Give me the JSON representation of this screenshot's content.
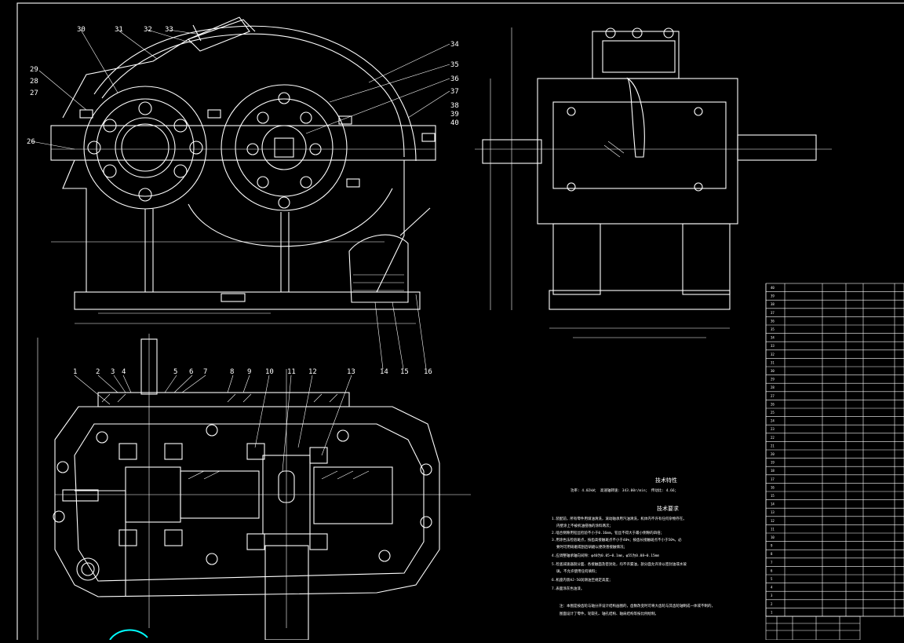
{
  "drawing": {
    "type": "two-stage cylindrical gear reducer assembly drawing",
    "colors": {
      "background": "#000000",
      "line": "#ffffff",
      "accent": "#00ffff"
    }
  },
  "top_view_labels": [
    "30",
    "31",
    "32",
    "33",
    "34",
    "35",
    "36",
    "37",
    "38",
    "39",
    "40",
    "29",
    "28",
    "27",
    "26"
  ],
  "bottom_view_labels": [
    "1",
    "2",
    "3",
    "4",
    "5",
    "6",
    "7",
    "8",
    "9",
    "10",
    "11",
    "12",
    "13",
    "14",
    "15",
    "16"
  ],
  "tech_char": {
    "title": "技术特性",
    "line": "功率: 4.02kW；   高速轴转速: 343.00r/min；   传动比: 4.66；"
  },
  "tech_req": {
    "title": "技术要求",
    "items": [
      "1.装配前，所有零件用煤油清洗，滚动轴承用汽油清洗，机体内不许有任何杂物存在。",
      "内壁涂上不被机油侵蚀的涂料两次；",
      "2.啮合侧隙用铅丝检验不小于0.16mm，铅丝不得大于最小侧隙的四倍；",
      "3.用涂色法检验斑点，按齿高接触斑点不小于40%；按齿长接触斑点不小于50%，必",
      "要时可用研磨或刮后研磨以便改善接触情况；",
      "4.应调整轴承轴向间隙：φ40为0.05~0.1mm，φ55为0.08~0.15mm",
      "5.检查减速器剖分面、各接触面及密封处，均不许漏油，剖分面允许涂以密封油或水玻",
      "璃，不允许使用任何填料；",
      "6.机座内装HJ-50润滑油至规定高度；",
      "7.表面涂灰色油漆。"
    ],
    "footnote": [
      "注：本图是按齿轮与轴分开设计结构画图的，齿数改变时可将大齿轮与其齿轮轴制成一体或不制的，",
      "   图面设计了零件，轮毂孔、轴孔结构、轴肩结构等按比例绘制。"
    ]
  },
  "parts_table": {
    "rows": 40,
    "row_numbers": [
      "40",
      "39",
      "38",
      "37",
      "36",
      "35",
      "34",
      "33",
      "32",
      "31",
      "30",
      "29",
      "28",
      "27",
      "26",
      "25",
      "24",
      "23",
      "22",
      "21",
      "20",
      "19",
      "18",
      "17",
      "16",
      "15",
      "14",
      "13",
      "12",
      "11",
      "10",
      "9",
      "8",
      "7",
      "6",
      "5",
      "4",
      "3",
      "2",
      "1"
    ]
  }
}
